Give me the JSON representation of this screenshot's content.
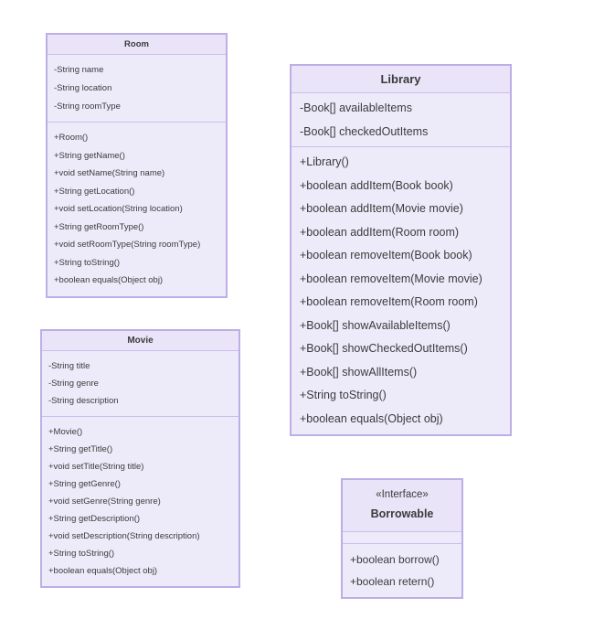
{
  "diagram": {
    "type": "uml-class-diagram",
    "colors": {
      "border": "#bdaee6",
      "divider": "#cabeec",
      "header_fill": "#e9e4f8",
      "body_fill": "#edebfa",
      "text": "#3b3b3b",
      "background": "#ffffff"
    },
    "classes": [
      {
        "name": "Room",
        "stereotype": "",
        "attributes": [
          "-String name",
          "-String location",
          "-String roomType"
        ],
        "methods": [
          "+Room()",
          "+String getName()",
          "+void setName(String name)",
          "+String getLocation()",
          "+void setLocation(String location)",
          "+String getRoomType()",
          "+void setRoomType(String roomType)",
          "+String toString()",
          "+boolean equals(Object obj)"
        ]
      },
      {
        "name": "Library",
        "stereotype": "",
        "attributes": [
          "-Book[] availableItems",
          "-Book[] checkedOutItems"
        ],
        "methods": [
          "+Library()",
          "+boolean addItem(Book book)",
          "+boolean addItem(Movie movie)",
          "+boolean addItem(Room room)",
          "+boolean removeItem(Book book)",
          "+boolean removeItem(Movie movie)",
          "+boolean removeItem(Room room)",
          "+Book[] showAvailableItems()",
          "+Book[] showCheckedOutItems()",
          "+Book[] showAllItems()",
          "+String toString()",
          "+boolean equals(Object obj)"
        ]
      },
      {
        "name": "Movie",
        "stereotype": "",
        "attributes": [
          "-String title",
          "-String genre",
          "-String description"
        ],
        "methods": [
          "+Movie()",
          "+String getTitle()",
          "+void setTitle(String title)",
          "+String getGenre()",
          "+void setGenre(String genre)",
          "+String getDescription()",
          "+void setDescription(String description)",
          "+String toString()",
          "+boolean equals(Object obj)"
        ]
      },
      {
        "name": "Borrowable",
        "stereotype": "«Interface»",
        "attributes": [],
        "methods": [
          "+boolean borrow()",
          "+boolean retern()"
        ]
      }
    ]
  }
}
